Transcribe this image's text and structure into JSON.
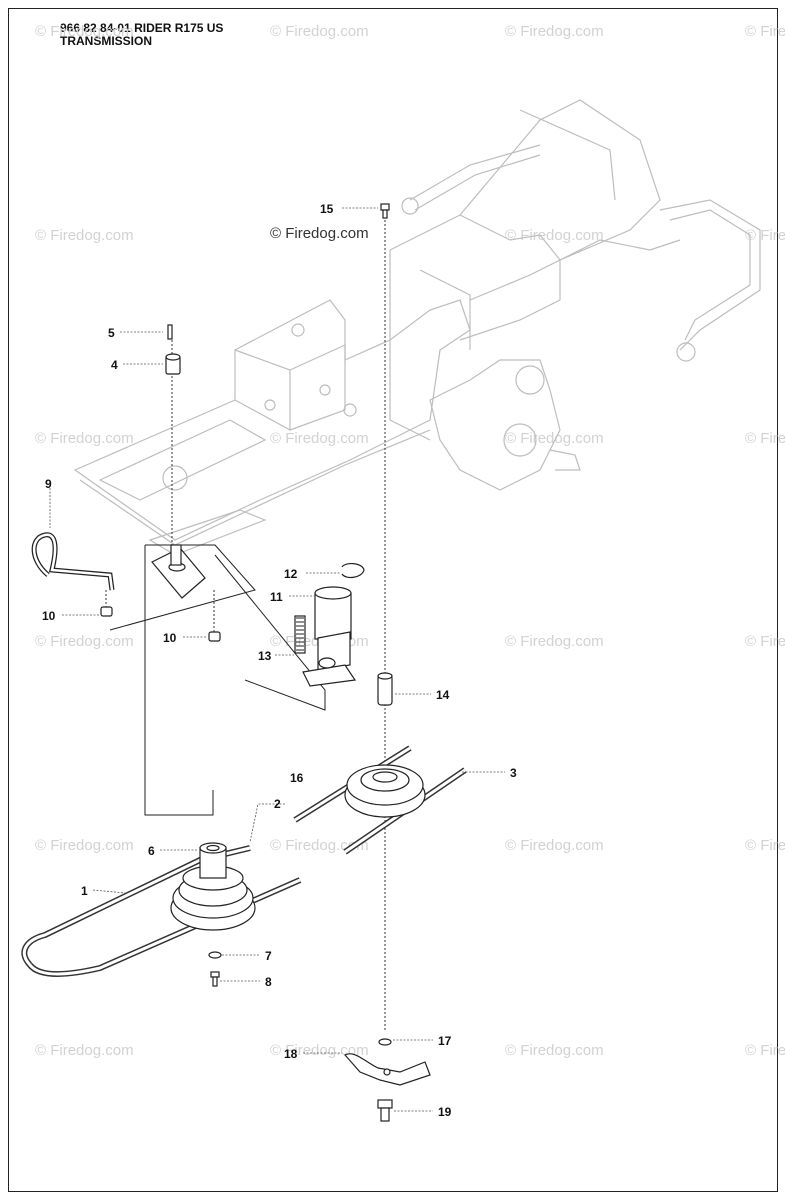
{
  "title": {
    "line1": "966 82 84-01 RIDER R175 US",
    "line2": "TRANSMISSION"
  },
  "watermark": {
    "text": "© Firedog.com",
    "color_faint": "#d2d2d2",
    "color_dark": "#333333"
  },
  "callouts": [
    {
      "id": "15",
      "label": "15"
    },
    {
      "id": "5",
      "label": "5"
    },
    {
      "id": "4",
      "label": "4"
    },
    {
      "id": "9",
      "label": "9"
    },
    {
      "id": "12",
      "label": "12"
    },
    {
      "id": "11",
      "label": "11"
    },
    {
      "id": "10a",
      "label": "10"
    },
    {
      "id": "10b",
      "label": "10"
    },
    {
      "id": "13",
      "label": "13"
    },
    {
      "id": "14",
      "label": "14"
    },
    {
      "id": "16",
      "label": "16"
    },
    {
      "id": "3",
      "label": "3"
    },
    {
      "id": "2",
      "label": "2"
    },
    {
      "id": "6",
      "label": "6"
    },
    {
      "id": "1",
      "label": "1"
    },
    {
      "id": "7",
      "label": "7"
    },
    {
      "id": "8",
      "label": "8"
    },
    {
      "id": "17",
      "label": "17"
    },
    {
      "id": "18",
      "label": "18"
    },
    {
      "id": "19",
      "label": "19"
    }
  ]
}
